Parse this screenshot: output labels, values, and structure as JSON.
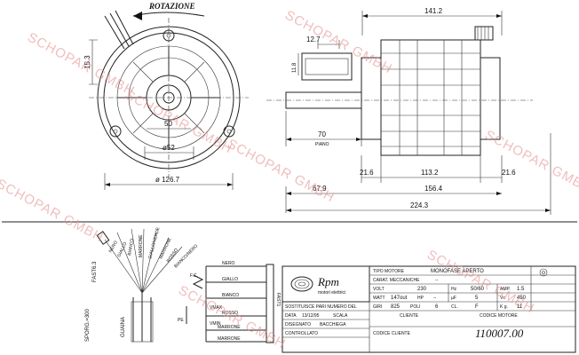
{
  "front_view": {
    "rotation_label": "ROTAZIONE",
    "dim_top_left": "15.3",
    "dim_inner": "50",
    "dim_hub": "ø52",
    "dim_outer": "ø 126.7"
  },
  "side_view": {
    "dim_total_top": "141.2",
    "dim_top_small": "12.7",
    "dim_shaft_height": "11.8",
    "dim_shaft_len": "70",
    "piano_label": "PIANO",
    "dim_left_flange": "21.6",
    "dim_body": "113.2",
    "dim_right_flange": "21.6",
    "dim_left_full": "67.9",
    "dim_body_full": "156.4",
    "dim_overall": "224.3"
  },
  "wiring": {
    "wire_labels": [
      "NERO",
      "GIALLO",
      "BIANCO",
      "MARRONE",
      "GIALLO/VERDE",
      "MARRONE",
      "ROSSO",
      "BIANCO/NERO"
    ],
    "fast_label": "FAST6.3",
    "sheath_label": "GUAINA",
    "length_label": "SPORG.=300",
    "schematic": {
      "labels": [
        "NERO",
        "GIALLO",
        "BIANCO",
        "ROSSO",
        "MARRONE",
        "MARRONE"
      ],
      "vmax": "VMAX",
      "vmin": "VMIN",
      "fc": "F.C.",
      "pe": "PE",
      "fasti": "FAST1"
    }
  },
  "title_block": {
    "logo_text": "Rpm",
    "logo_sub": "motori elettrici",
    "fields": {
      "tipo_motore_label": "TIPO MOTORE",
      "tipo_motore_value": "MONOFASE APERTO",
      "carat_label": "CARAT. MECCANICHE",
      "carat_value": "--",
      "volt_label": "VOLT",
      "volt_value": "230",
      "hz_label": "Hz",
      "hz_value": "50/60",
      "amp_label": "AMP.",
      "amp_value": "1.5",
      "watt_label": "WATT",
      "watt_value": "147out",
      "hp_label": "HP",
      "hp_value": "--",
      "uf_label": "µF",
      "uf_value": "5",
      "vc_label": "Vc",
      "vc_value": "450",
      "giri_label": "GIRI",
      "giri_value": "825",
      "poli_label": "POLI",
      "poli_value": "6",
      "cl_label": "CL.",
      "cl_value": "F",
      "kg_label": "K g.",
      "kg_value": "11",
      "sostituisce_label": "SOSTITUISCE PARI NUMERO DEL",
      "data_label": "DATA",
      "data_value": "13/12/95",
      "scala_label": "SCALA",
      "cliente_label": "CLIENTE",
      "disegnato_label": "DISEGNATO",
      "disegnato_value": "BACCHIEGA",
      "codice_motore_label": "CODICE MOTORE",
      "controllato_label": "CONTROLLATO",
      "codice_cliente_label": "CODICE CLIENTE",
      "code": "110007.00"
    }
  },
  "watermarks": [
    "SCHOPAR GMBH",
    "SCHOPAR GMBH",
    "SCHOPAR GMBH",
    "SCHOPAR GMBH",
    "SCHOPAR GMBH",
    "SCHOPAR GMBH",
    "SCHOPAR GMBH",
    "SCHOPAR GMBH"
  ],
  "colors": {
    "watermark": "#e38a8a",
    "ink": "#111111"
  }
}
